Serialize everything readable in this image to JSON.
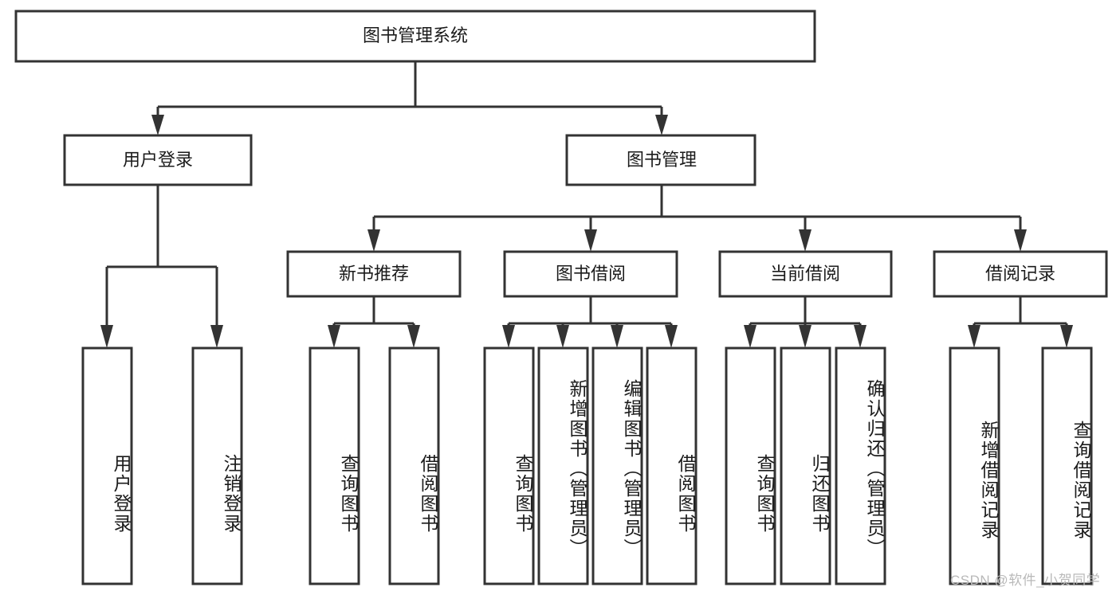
{
  "diagram": {
    "type": "tree-hierarchy-chart",
    "title": "图书管理系统",
    "orientation": "top-down",
    "colors": {
      "box_fill": "#ffffff",
      "box_stroke": "#333333",
      "text": "#1b1b1b",
      "watermark": "#b9b9b9"
    },
    "root": {
      "label": "图书管理系统"
    },
    "level2": [
      {
        "label": "用户登录"
      },
      {
        "label": "图书管理"
      }
    ],
    "level3": [
      {
        "label": "新书推荐"
      },
      {
        "label": "图书借阅"
      },
      {
        "label": "当前借阅"
      },
      {
        "label": "借阅记录"
      }
    ],
    "leaves": {
      "user_login": [
        {
          "label": "用户登录"
        },
        {
          "label": "注销登录"
        }
      ],
      "new_book_recommend": [
        {
          "label": "查询图书"
        },
        {
          "label": "借阅图书"
        }
      ],
      "book_borrow": [
        {
          "label": "查询图书"
        },
        {
          "label": "新增图书（管理员）"
        },
        {
          "label": "编辑图书（管理员）"
        },
        {
          "label": "借阅图书"
        }
      ],
      "current_borrow": [
        {
          "label": "查询图书"
        },
        {
          "label": "归还图书"
        },
        {
          "label": "确认归还（管理员）"
        }
      ],
      "borrow_record": [
        {
          "label": "新增借阅记录"
        },
        {
          "label": "查询借阅记录"
        }
      ]
    }
  },
  "watermark": {
    "text": "CSDN @软件_小贺同学"
  }
}
